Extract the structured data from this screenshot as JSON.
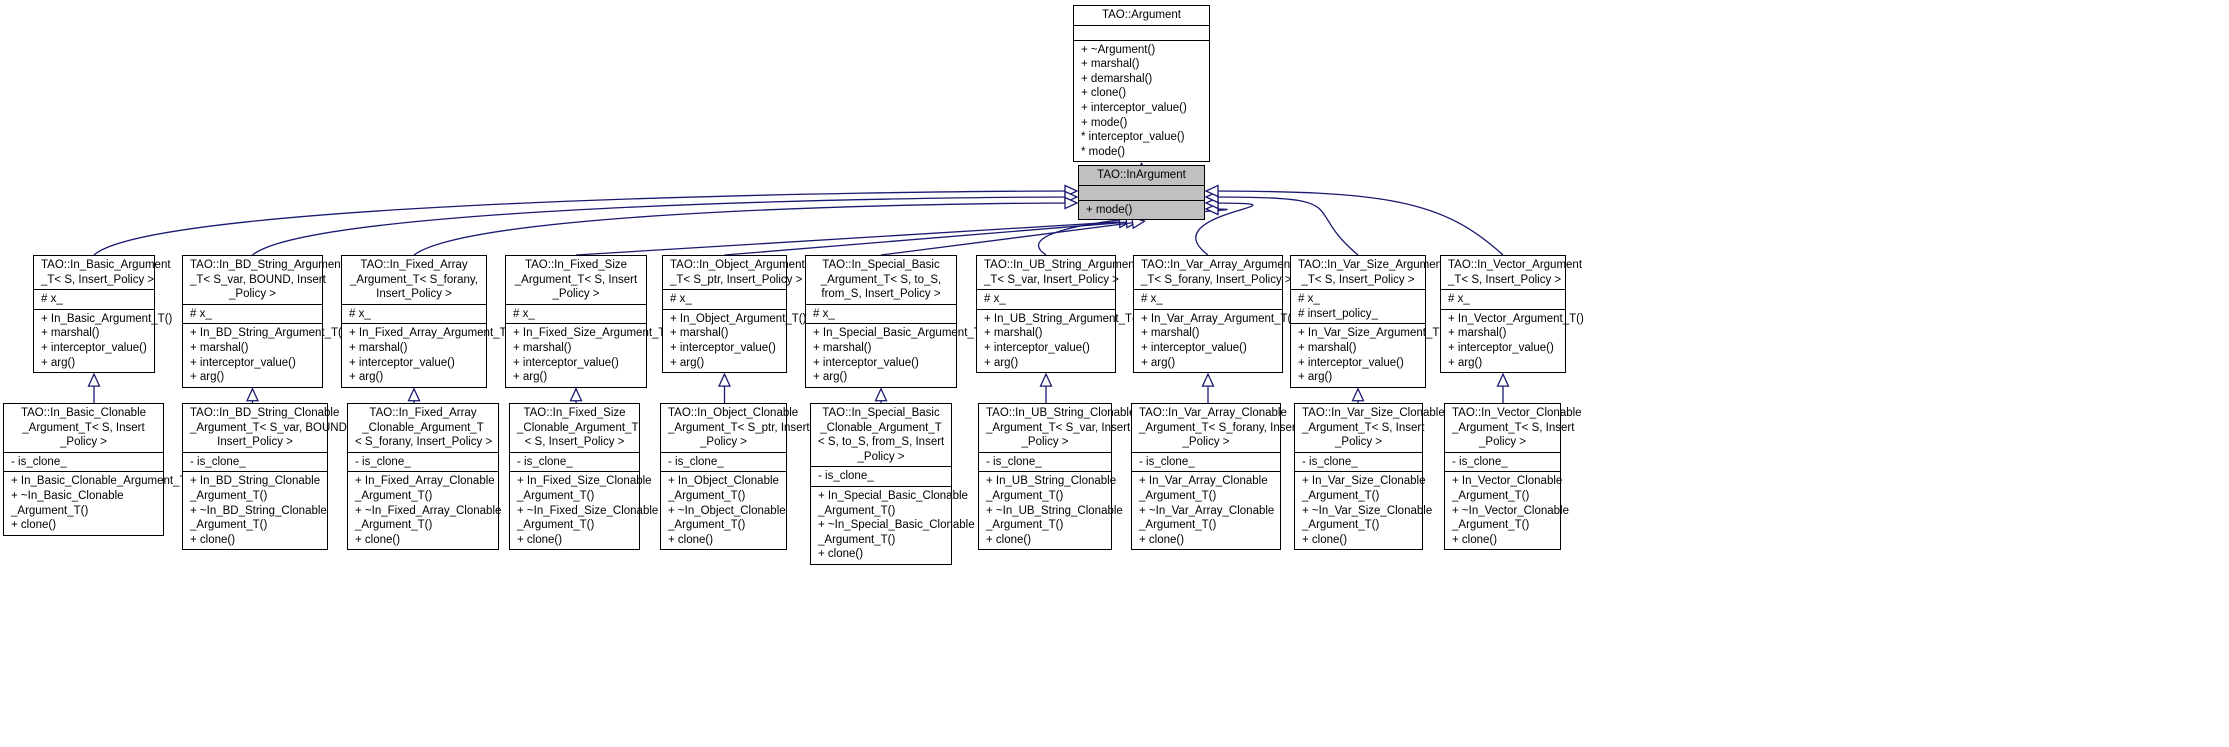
{
  "colors": {
    "edge": "#191970",
    "highlight": "#c0c0c0",
    "border": "#000000"
  },
  "root": {
    "title": [
      "TAO::Argument"
    ],
    "attrs": [],
    "methods": [
      "+ ~Argument()",
      "+ marshal()",
      "+ demarshal()",
      "+ clone()",
      "+ interceptor_value()",
      "+ mode()",
      "* interceptor_value()",
      "* mode()"
    ]
  },
  "focus": {
    "title": [
      "TAO::InArgument"
    ],
    "attrs": [],
    "methods": [
      "+ mode()"
    ]
  },
  "level2": [
    {
      "title": [
        "TAO::In_Basic_Argument",
        "_T< S, Insert_Policy >"
      ],
      "attrs": [
        "# x_"
      ],
      "methods": [
        "+ In_Basic_Argument_T()",
        "+ marshal()",
        "+ interceptor_value()",
        "+ arg()"
      ]
    },
    {
      "title": [
        "TAO::In_BD_String_Argument",
        "_T< S_var, BOUND, Insert",
        "_Policy >"
      ],
      "attrs": [
        "# x_"
      ],
      "methods": [
        "+ In_BD_String_Argument_T()",
        "+ marshal()",
        "+ interceptor_value()",
        "+ arg()"
      ]
    },
    {
      "title": [
        "TAO::In_Fixed_Array",
        "_Argument_T< S_forany,",
        "Insert_Policy >"
      ],
      "attrs": [
        "# x_"
      ],
      "methods": [
        "+ In_Fixed_Array_Argument_T()",
        "+ marshal()",
        "+ interceptor_value()",
        "+ arg()"
      ]
    },
    {
      "title": [
        "TAO::In_Fixed_Size",
        "_Argument_T< S, Insert",
        "_Policy >"
      ],
      "attrs": [
        "# x_"
      ],
      "methods": [
        "+ In_Fixed_Size_Argument_T()",
        "+ marshal()",
        "+ interceptor_value()",
        "+ arg()"
      ]
    },
    {
      "title": [
        "TAO::In_Object_Argument",
        "_T< S_ptr, Insert_Policy >"
      ],
      "attrs": [
        "# x_"
      ],
      "methods": [
        "+ In_Object_Argument_T()",
        "+ marshal()",
        "+ interceptor_value()",
        "+ arg()"
      ]
    },
    {
      "title": [
        "TAO::In_Special_Basic",
        "_Argument_T< S, to_S,",
        "from_S, Insert_Policy >"
      ],
      "attrs": [
        "# x_"
      ],
      "methods": [
        "+ In_Special_Basic_Argument_T()",
        "+ marshal()",
        "+ interceptor_value()",
        "+ arg()"
      ]
    },
    {
      "title": [
        "TAO::In_UB_String_Argument",
        "_T< S_var, Insert_Policy >"
      ],
      "attrs": [
        "# x_"
      ],
      "methods": [
        "+ In_UB_String_Argument_T()",
        "+ marshal()",
        "+ interceptor_value()",
        "+ arg()"
      ]
    },
    {
      "title": [
        "TAO::In_Var_Array_Argument",
        "_T< S_forany, Insert_Policy >"
      ],
      "attrs": [
        "# x_"
      ],
      "methods": [
        "+ In_Var_Array_Argument_T()",
        "+ marshal()",
        "+ interceptor_value()",
        "+ arg()"
      ]
    },
    {
      "title": [
        "TAO::In_Var_Size_Argument",
        "_T< S, Insert_Policy >"
      ],
      "attrs": [
        "# x_",
        "# insert_policy_"
      ],
      "methods": [
        "+ In_Var_Size_Argument_T()",
        "+ marshal()",
        "+ interceptor_value()",
        "+ arg()"
      ]
    },
    {
      "title": [
        "TAO::In_Vector_Argument",
        "_T< S, Insert_Policy >"
      ],
      "attrs": [
        "# x_"
      ],
      "methods": [
        "+ In_Vector_Argument_T()",
        "+ marshal()",
        "+ interceptor_value()",
        "+ arg()"
      ]
    }
  ],
  "level3": [
    {
      "title": [
        "TAO::In_Basic_Clonable",
        "_Argument_T< S, Insert",
        "_Policy >"
      ],
      "attrs": [
        "- is_clone_"
      ],
      "methods": [
        "+ In_Basic_Clonable_Argument_T()",
        "+ ~In_Basic_Clonable",
        "_Argument_T()",
        "+ clone()"
      ]
    },
    {
      "title": [
        "TAO::In_BD_String_Clonable",
        "_Argument_T< S_var, BOUND,",
        "Insert_Policy >"
      ],
      "attrs": [
        "- is_clone_"
      ],
      "methods": [
        "+ In_BD_String_Clonable",
        "_Argument_T()",
        "+ ~In_BD_String_Clonable",
        "_Argument_T()",
        "+ clone()"
      ]
    },
    {
      "title": [
        "TAO::In_Fixed_Array",
        "_Clonable_Argument_T",
        "< S_forany, Insert_Policy >"
      ],
      "attrs": [
        "- is_clone_"
      ],
      "methods": [
        "+ In_Fixed_Array_Clonable",
        "_Argument_T()",
        "+ ~In_Fixed_Array_Clonable",
        "_Argument_T()",
        "+ clone()"
      ]
    },
    {
      "title": [
        "TAO::In_Fixed_Size",
        "_Clonable_Argument_T",
        "< S, Insert_Policy >"
      ],
      "attrs": [
        "- is_clone_"
      ],
      "methods": [
        "+ In_Fixed_Size_Clonable",
        "_Argument_T()",
        "+ ~In_Fixed_Size_Clonable",
        "_Argument_T()",
        "+ clone()"
      ]
    },
    {
      "title": [
        "TAO::In_Object_Clonable",
        "_Argument_T< S_ptr, Insert",
        "_Policy >"
      ],
      "attrs": [
        "- is_clone_"
      ],
      "methods": [
        "+ In_Object_Clonable",
        "_Argument_T()",
        "+ ~In_Object_Clonable",
        "_Argument_T()",
        "+ clone()"
      ]
    },
    {
      "title": [
        "TAO::In_Special_Basic",
        "_Clonable_Argument_T",
        "< S, to_S, from_S, Insert",
        "_Policy >"
      ],
      "attrs": [
        "- is_clone_"
      ],
      "methods": [
        "+ In_Special_Basic_Clonable",
        "_Argument_T()",
        "+ ~In_Special_Basic_Clonable",
        "_Argument_T()",
        "+ clone()"
      ]
    },
    {
      "title": [
        "TAO::In_UB_String_Clonable",
        "_Argument_T< S_var, Insert",
        "_Policy >"
      ],
      "attrs": [
        "- is_clone_"
      ],
      "methods": [
        "+ In_UB_String_Clonable",
        "_Argument_T()",
        "+ ~In_UB_String_Clonable",
        "_Argument_T()",
        "+ clone()"
      ]
    },
    {
      "title": [
        "TAO::In_Var_Array_Clonable",
        "_Argument_T< S_forany, Insert",
        "_Policy >"
      ],
      "attrs": [
        "- is_clone_"
      ],
      "methods": [
        "+ In_Var_Array_Clonable",
        "_Argument_T()",
        "+ ~In_Var_Array_Clonable",
        "_Argument_T()",
        "+ clone()"
      ]
    },
    {
      "title": [
        "TAO::In_Var_Size_Clonable",
        "_Argument_T< S, Insert",
        "_Policy >"
      ],
      "attrs": [
        "- is_clone_"
      ],
      "methods": [
        "+ In_Var_Size_Clonable",
        "_Argument_T()",
        "+ ~In_Var_Size_Clonable",
        "_Argument_T()",
        "+ clone()"
      ]
    },
    {
      "title": [
        "TAO::In_Vector_Clonable",
        "_Argument_T< S, Insert",
        "_Policy >"
      ],
      "attrs": [
        "- is_clone_"
      ],
      "methods": [
        "+ In_Vector_Clonable",
        "_Argument_T()",
        "+ ~In_Vector_Clonable",
        "_Argument_T()",
        "+ clone()"
      ]
    }
  ]
}
